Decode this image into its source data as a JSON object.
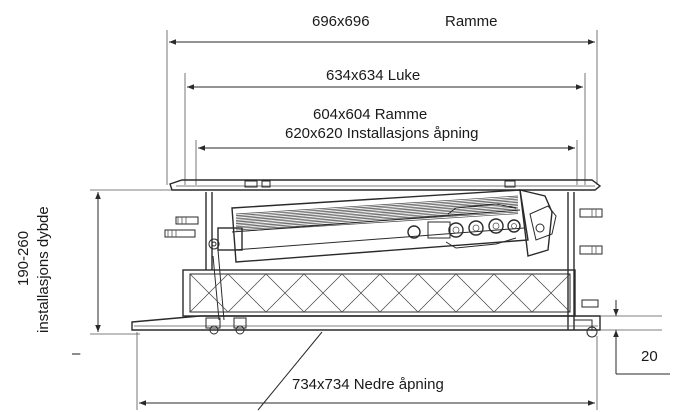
{
  "dimensions": {
    "top_frame": "696x696",
    "top_frame_label": "Ramme",
    "hatch": "634x634 Luke",
    "inner_frame": "604x604 Ramme",
    "install_opening": "620x620 Installasjons åpning",
    "bottom_opening": "734x734 Nedre åpning",
    "offset": "20"
  },
  "depth": {
    "value": "190-260",
    "label": "installasjons dybde"
  },
  "tick_mark": "–"
}
